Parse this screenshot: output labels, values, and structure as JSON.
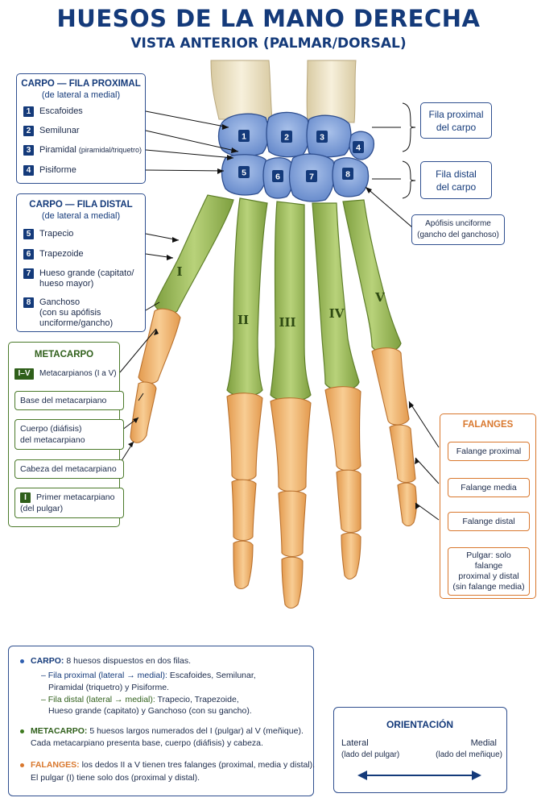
{
  "title": "HUESOS DE LA MANO DERECHA",
  "subtitle": "VISTA ANTERIOR (PALMAR/DORSAL)",
  "carpo_proximal": {
    "heading": "CARPO — FILA PROXIMAL",
    "subheading": "(de lateral a medial)",
    "items": [
      {
        "num": "1",
        "label": "Escafoides"
      },
      {
        "num": "2",
        "label": "Semilunar"
      },
      {
        "num": "3",
        "label": "Piramidal",
        "extra": "(piramidal/triquetro)"
      },
      {
        "num": "4",
        "label": "Pisiforme"
      }
    ]
  },
  "carpo_distal": {
    "heading": "CARPO — FILA DISTAL",
    "subheading": "(de lateral a medial)",
    "items": [
      {
        "num": "5",
        "label": "Trapecio"
      },
      {
        "num": "6",
        "label": "Trapezoide"
      },
      {
        "num": "7",
        "label": "Hueso grande (capitato/",
        "label2": "hueso mayor)"
      },
      {
        "num": "8",
        "label": "Ganchoso",
        "label2": "(con su apófisis",
        "label3": "unciforme/gancho)"
      }
    ]
  },
  "metacarpo": {
    "heading": "METACARPO",
    "range_badge": "I–V",
    "range_label": "Metacarpianos (I a V)",
    "base": "Base del metacarpiano",
    "body_line1": "Cuerpo (diáfisis)",
    "body_line2": "del metacarpiano",
    "head": "Cabeza del metacarpiano",
    "first_badge": "I",
    "first_line1": "Primer metacarpiano",
    "first_line2": "(del pulgar)"
  },
  "fila_proximal_label": [
    "Fila proximal",
    "del carpo"
  ],
  "fila_distal_label": [
    "Fila distal",
    "del carpo"
  ],
  "apofisis": [
    "Apófisis unciforme",
    "(gancho del ganchoso)"
  ],
  "falanges": {
    "heading": "FALANGES",
    "proximal": "Falange proximal",
    "media": "Falange media",
    "distal": "Falange distal",
    "pulgar": [
      "Pulgar: solo falange",
      "proximal y distal",
      "(sin falange media)"
    ]
  },
  "bone_numerals": [
    "I",
    "II",
    "III",
    "IV",
    "V"
  ],
  "carpal_numbers": [
    "1",
    "2",
    "3",
    "4",
    "5",
    "6",
    "7",
    "8"
  ],
  "summary": {
    "carpo_head": "CARPO:",
    "carpo_text": "8 huesos dispuestos en dos filas.",
    "prox_head": "– Fila proximal (lateral → medial):",
    "prox_text1": "Escafoides, Semilunar,",
    "prox_text2": "Piramidal (triquetro) y Pisiforme.",
    "dist_head": "– Fila distal (lateral → medial):",
    "dist_text1": "Trapecio, Trapezoide,",
    "dist_text2": "Hueso grande (capitato) y Ganchoso (con su gancho).",
    "meta_head": "METACARPO:",
    "meta_text1": "5 huesos largos numerados del I (pulgar) al V (meñique).",
    "meta_text2": "Cada metacarpiano presenta base, cuerpo (diáfisis) y cabeza.",
    "fal_head": "FALANGES:",
    "fal_text1": "los dedos II a V tienen tres falanges (proximal, media y distal).",
    "fal_text2": "El pulgar (I) tiene solo dos (proximal y distal)."
  },
  "orientacion": {
    "heading": "ORIENTACIÓN",
    "lateral": "Lateral",
    "lateral_sub": "(lado del pulgar)",
    "medial": "Medial",
    "medial_sub": "(lado del meñique)"
  },
  "colors": {
    "navy": "#143a7a",
    "carpal": "#7d9fd8",
    "metacarpal": "#9fbe5f",
    "phalanx": "#f0b774",
    "forearm": "#eee4c8"
  }
}
